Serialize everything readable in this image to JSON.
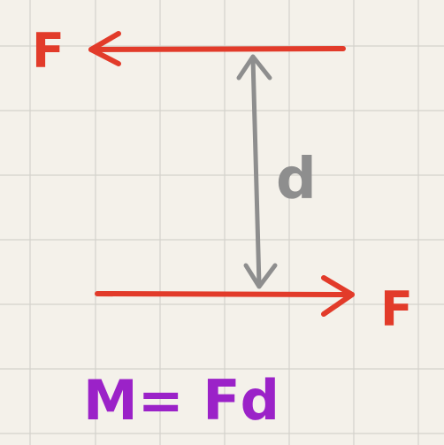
{
  "labels": {
    "force_top": "F",
    "force_bottom": "F",
    "distance": "d",
    "formula": "M= Fd"
  },
  "colors": {
    "paper": "#f4f1ea",
    "grid": "#d4d2cc",
    "force_arrow": "#e23b2a",
    "distance_arrow": "#8e8e8e",
    "formula": "#9b22c8"
  }
}
